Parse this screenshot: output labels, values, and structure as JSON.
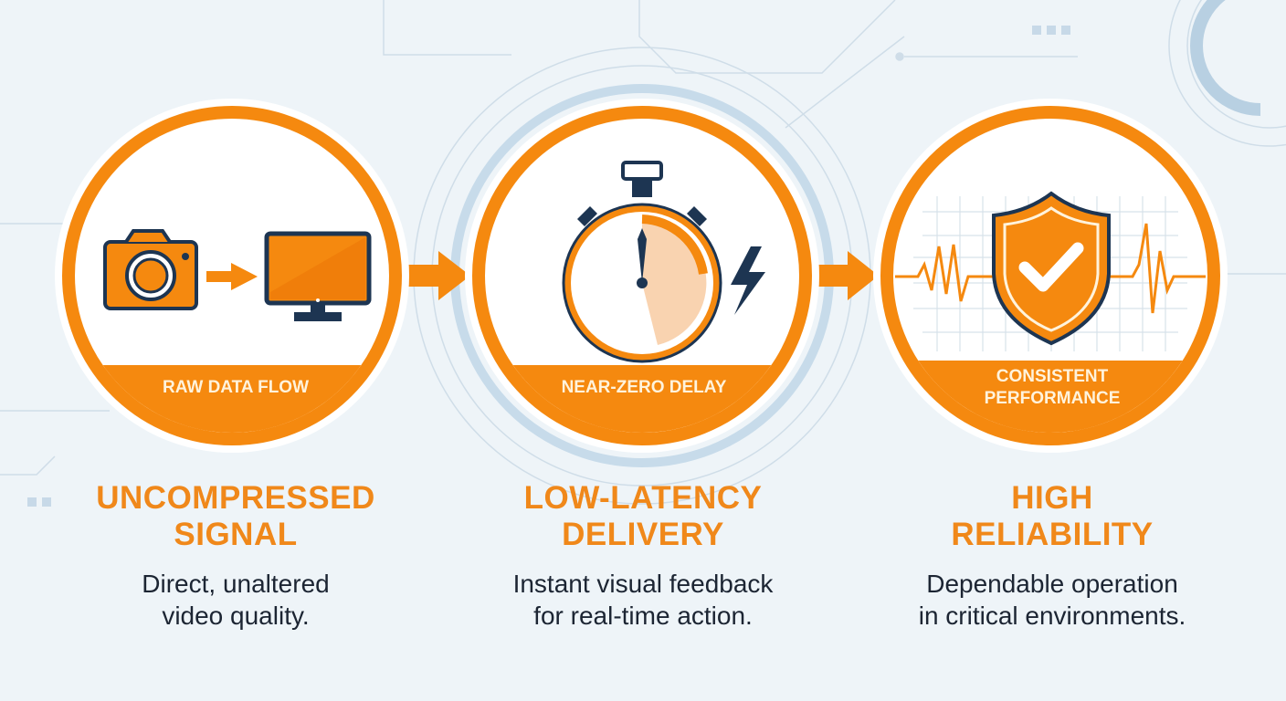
{
  "colors": {
    "accent": "#f5890f",
    "navy": "#1d3552",
    "background": "#eef4f8",
    "text": "#1c2533"
  },
  "steps": [
    {
      "icon": "camera-to-monitor-icon",
      "banner": [
        "RAW DATA FLOW"
      ],
      "title": [
        "UNCOMPRESSED",
        "SIGNAL"
      ],
      "desc": [
        "Direct, unaltered",
        "video quality."
      ]
    },
    {
      "icon": "stopwatch-lightning-icon",
      "banner": [
        "NEAR-ZERO DELAY"
      ],
      "title": [
        "LOW-LATENCY",
        "DELIVERY"
      ],
      "desc": [
        "Instant visual feedback",
        "for real-time action."
      ]
    },
    {
      "icon": "shield-check-heartbeat-icon",
      "banner": [
        "CONSISTENT",
        "PERFORMANCE"
      ],
      "title": [
        "HIGH",
        "RELIABILITY"
      ],
      "desc": [
        "Dependable operation",
        "in critical environments."
      ]
    }
  ]
}
